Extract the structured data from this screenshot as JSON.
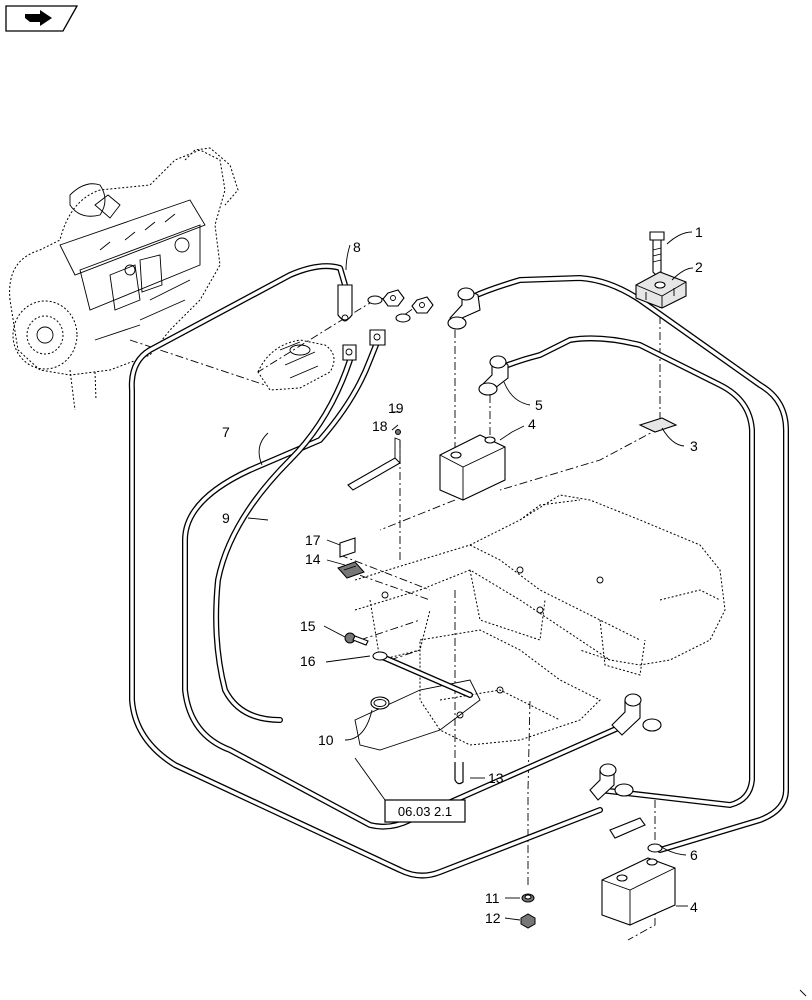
{
  "nav_icon": "back-arrow-icon",
  "reference_box": {
    "label": "06.03 2.1"
  },
  "callouts": [
    {
      "id": "c1",
      "label": "1"
    },
    {
      "id": "c2",
      "label": "2"
    },
    {
      "id": "c3",
      "label": "3"
    },
    {
      "id": "c4a",
      "label": "4"
    },
    {
      "id": "c4b",
      "label": "4"
    },
    {
      "id": "c5",
      "label": "5"
    },
    {
      "id": "c6",
      "label": "6"
    },
    {
      "id": "c7",
      "label": "7"
    },
    {
      "id": "c8",
      "label": "8"
    },
    {
      "id": "c9",
      "label": "9"
    },
    {
      "id": "c10",
      "label": "10"
    },
    {
      "id": "c11",
      "label": "11"
    },
    {
      "id": "c12",
      "label": "12"
    },
    {
      "id": "c13",
      "label": "13"
    },
    {
      "id": "c14",
      "label": "14"
    },
    {
      "id": "c15",
      "label": "15"
    },
    {
      "id": "c16",
      "label": "16"
    },
    {
      "id": "c17",
      "label": "17"
    },
    {
      "id": "c18",
      "label": "18"
    },
    {
      "id": "c19",
      "label": "19"
    }
  ]
}
